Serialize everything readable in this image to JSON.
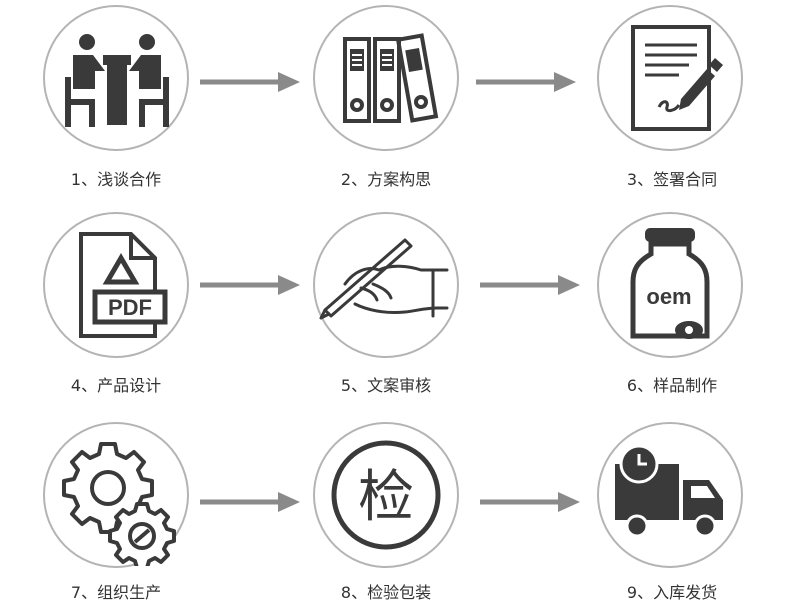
{
  "colors": {
    "icon": "#3a3a3a",
    "circle_border": "#b4b4b4",
    "arrow": "#8a8a8a",
    "text": "#333333"
  },
  "steps": [
    {
      "label": "1、浅谈合作",
      "icon": "meeting-icon"
    },
    {
      "label": "2、方案构思",
      "icon": "binders-icon"
    },
    {
      "label": "3、签署合同",
      "icon": "contract-signing-icon"
    },
    {
      "label": "4、产品设计",
      "icon": "pdf-file-icon"
    },
    {
      "label": "5、文案审核",
      "icon": "writing-hand-icon"
    },
    {
      "label": "6、样品制作",
      "icon": "oem-bottle-icon",
      "icon_text": "oem"
    },
    {
      "label": "7、组织生产",
      "icon": "gears-icon"
    },
    {
      "label": "8、检验包装",
      "icon": "inspection-stamp-icon",
      "icon_text": "检"
    },
    {
      "label": "9、入库发货",
      "icon": "delivery-truck-icon"
    }
  ],
  "pdf_text": "PDF"
}
